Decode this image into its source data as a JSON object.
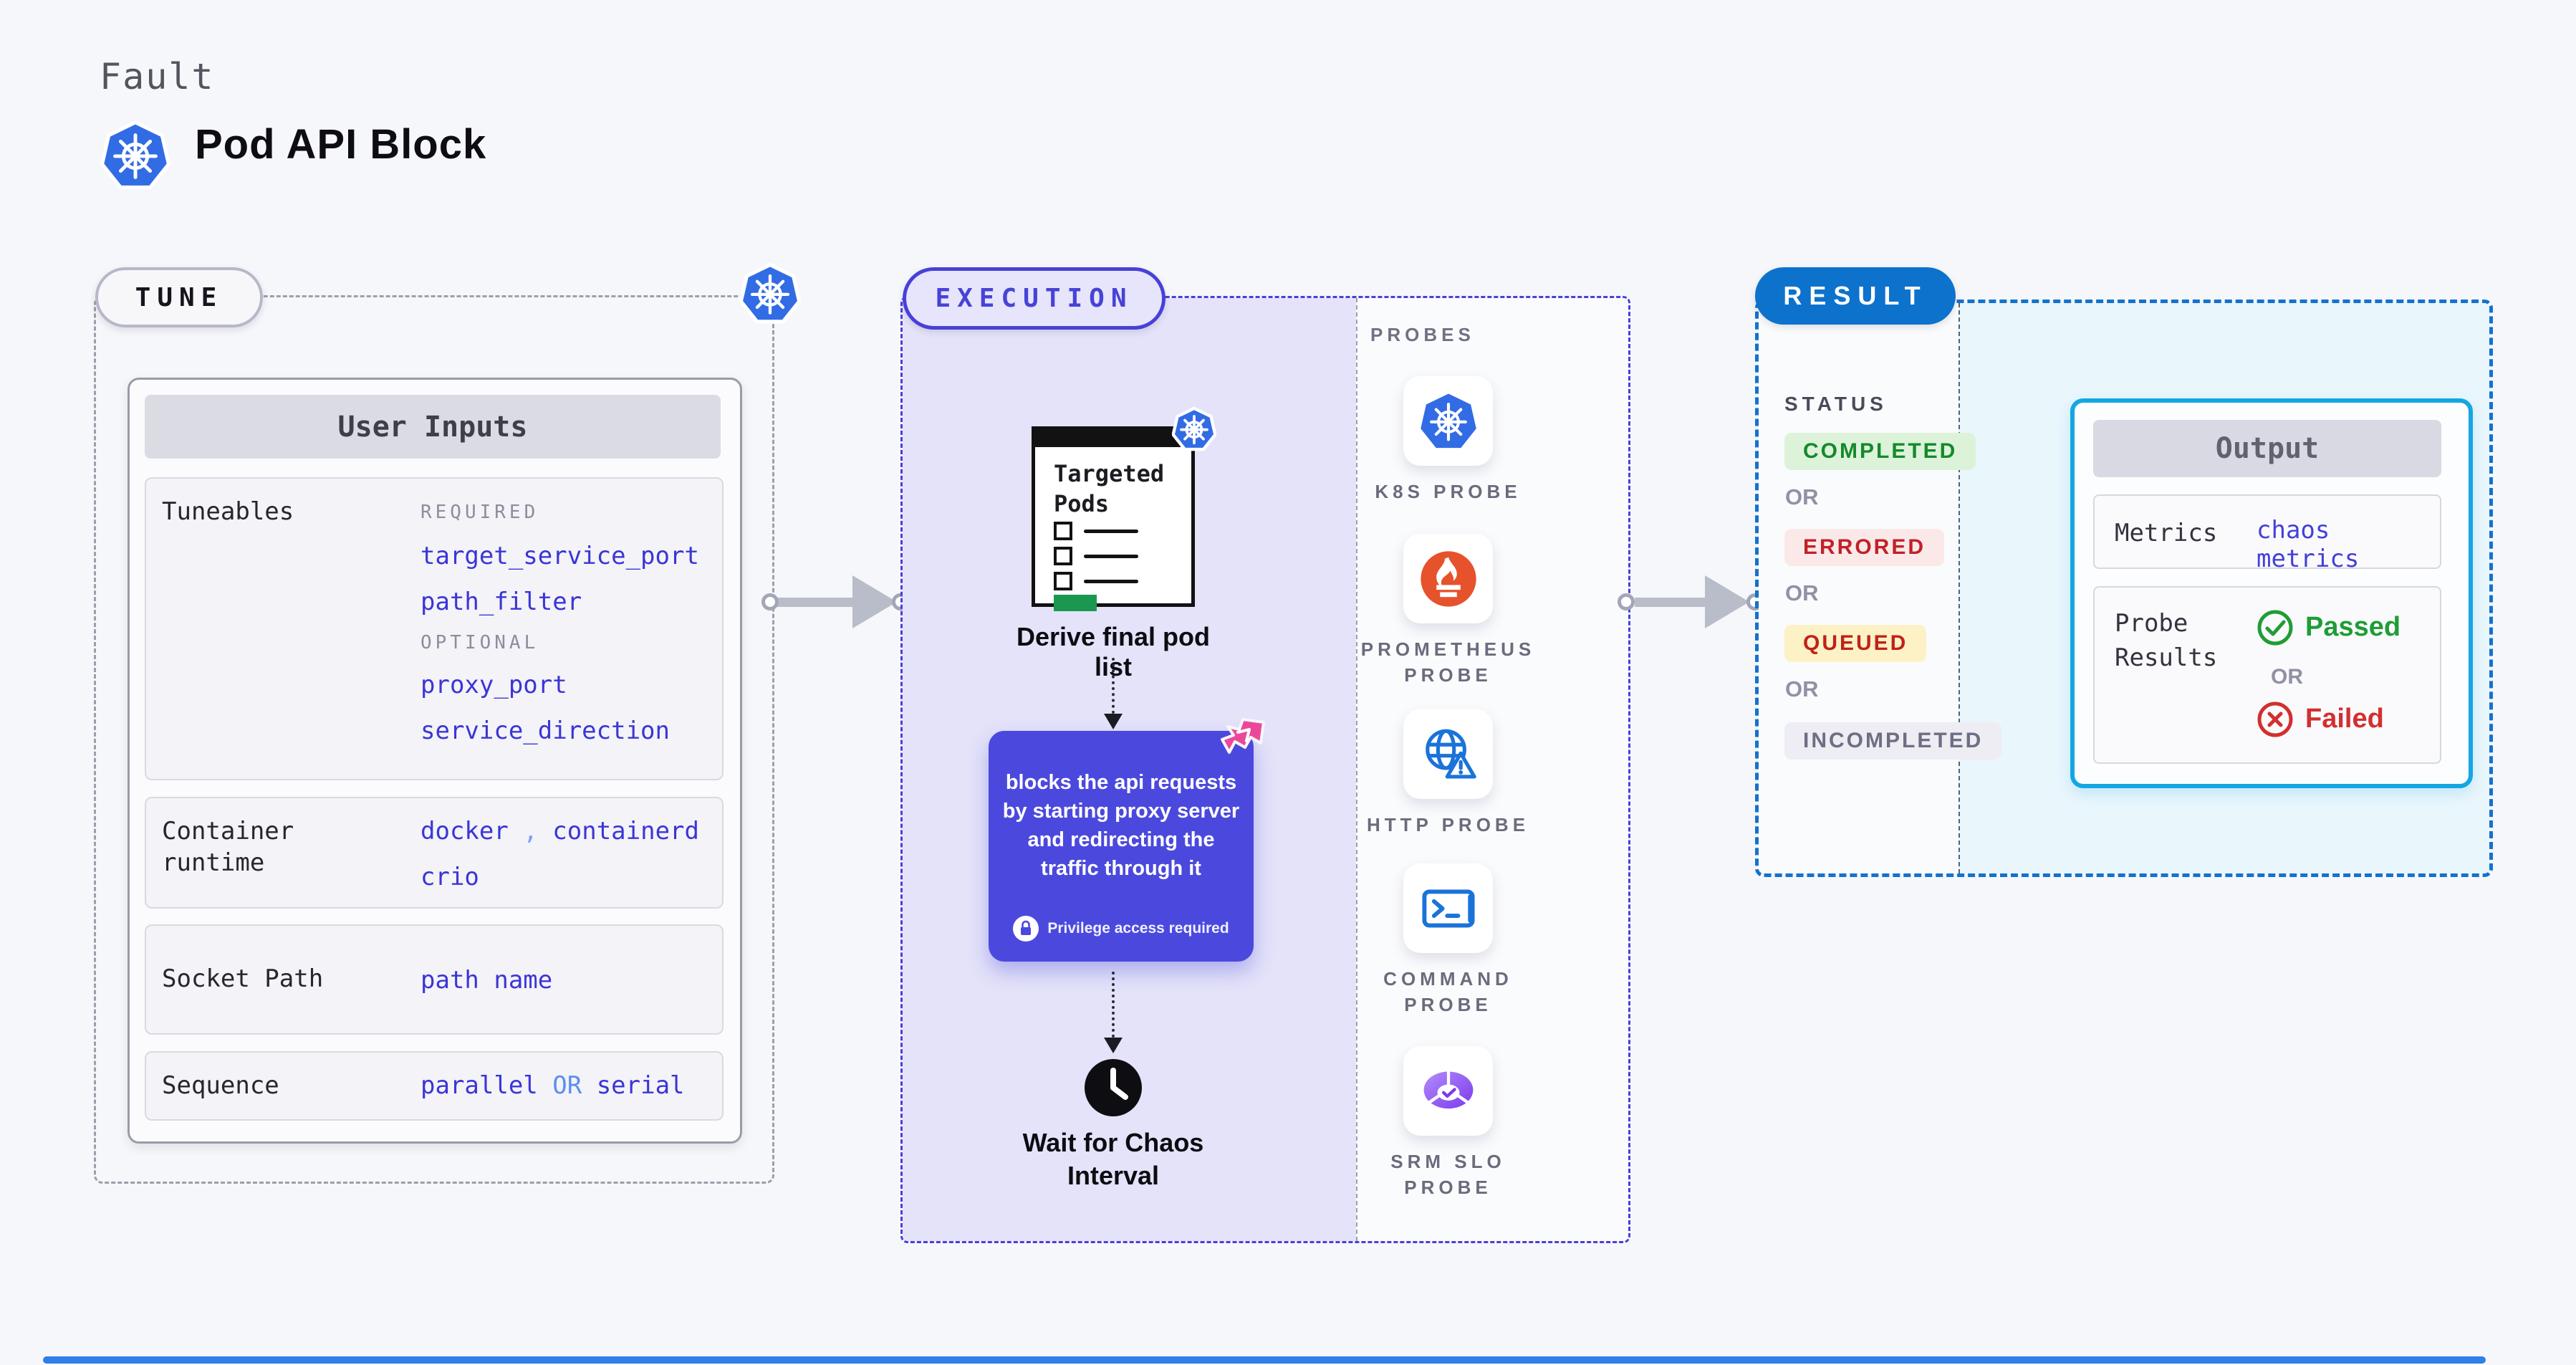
{
  "header": {
    "category": "Fault",
    "title": "Pod API Block"
  },
  "tune": {
    "label": "TUNE",
    "card_title": "User Inputs",
    "tuneables": {
      "label": "Tuneables",
      "required_label": "REQUIRED",
      "required": [
        "target_service_port",
        "path_filter"
      ],
      "optional_label": "OPTIONAL",
      "optional": [
        "proxy_port",
        "service_direction"
      ]
    },
    "container_runtime": {
      "label": "Container runtime",
      "value1": "docker",
      "separator": ",",
      "value2": "containerd",
      "value3": "crio"
    },
    "socket_path": {
      "label": "Socket Path",
      "value": "path name"
    },
    "sequence": {
      "label": "Sequence",
      "left": "parallel",
      "or": "OR",
      "right": "serial"
    }
  },
  "execution": {
    "label": "EXECUTION",
    "targeted_pods_title": "Targeted Pods",
    "step_derive": "Derive final pod list",
    "description_lines": [
      "blocks the api requests by starting proxy server and redirecting the traffic through it"
    ],
    "privilege_note": "Privilege access required",
    "step_wait": "Wait for Chaos Interval"
  },
  "probes": {
    "label": "PROBES",
    "items": [
      {
        "icon": "kubernetes-icon",
        "lines": [
          "K8S PROBE"
        ]
      },
      {
        "icon": "prometheus-icon",
        "lines": [
          "PROMETHEUS",
          "PROBE"
        ]
      },
      {
        "icon": "http-globe-warning-icon",
        "lines": [
          "HTTP PROBE"
        ]
      },
      {
        "icon": "terminal-icon",
        "lines": [
          "COMMAND",
          "PROBE"
        ]
      },
      {
        "icon": "slo-gauge-icon",
        "lines": [
          "SRM SLO",
          "PROBE"
        ]
      }
    ]
  },
  "result": {
    "label": "RESULT",
    "status_label": "STATUS",
    "or_label": "OR",
    "statuses": [
      {
        "label": "COMPLETED",
        "bg": "#dcf3da",
        "color": "#15892b"
      },
      {
        "label": "ERRORED",
        "bg": "#fbe9ea",
        "color": "#c22127"
      },
      {
        "label": "QUEUED",
        "bg": "#fdf1c6",
        "color": "#c02218"
      },
      {
        "label": "INCOMPLETED",
        "bg": "#ededf3",
        "color": "#6e6e84"
      }
    ],
    "output": {
      "title": "Output",
      "metrics_label": "Metrics",
      "metrics_value": "chaos metrics",
      "probe_results_label": "Probe Results",
      "passed": "Passed",
      "or": "OR",
      "failed": "Failed"
    }
  },
  "colors": {
    "accent_indigo": "#4840d8",
    "execution_bg": "#e4e3f9",
    "result_blue": "#0d72cc",
    "result_dash": "#1272cf",
    "output_border": "#14a6e2",
    "output_bg": "#e9f6fc",
    "param_blue": "#3b35d6",
    "value_or_blue": "#5c8df2",
    "passed_green": "#1f9d36",
    "failed_red": "#d32f2f",
    "purple_card": "#4b49dd",
    "litmus_pink": "#ec4899",
    "k8s_blue": "#326ce5",
    "prometheus_orange": "#e6522c",
    "green_bar": "#1a9850"
  }
}
